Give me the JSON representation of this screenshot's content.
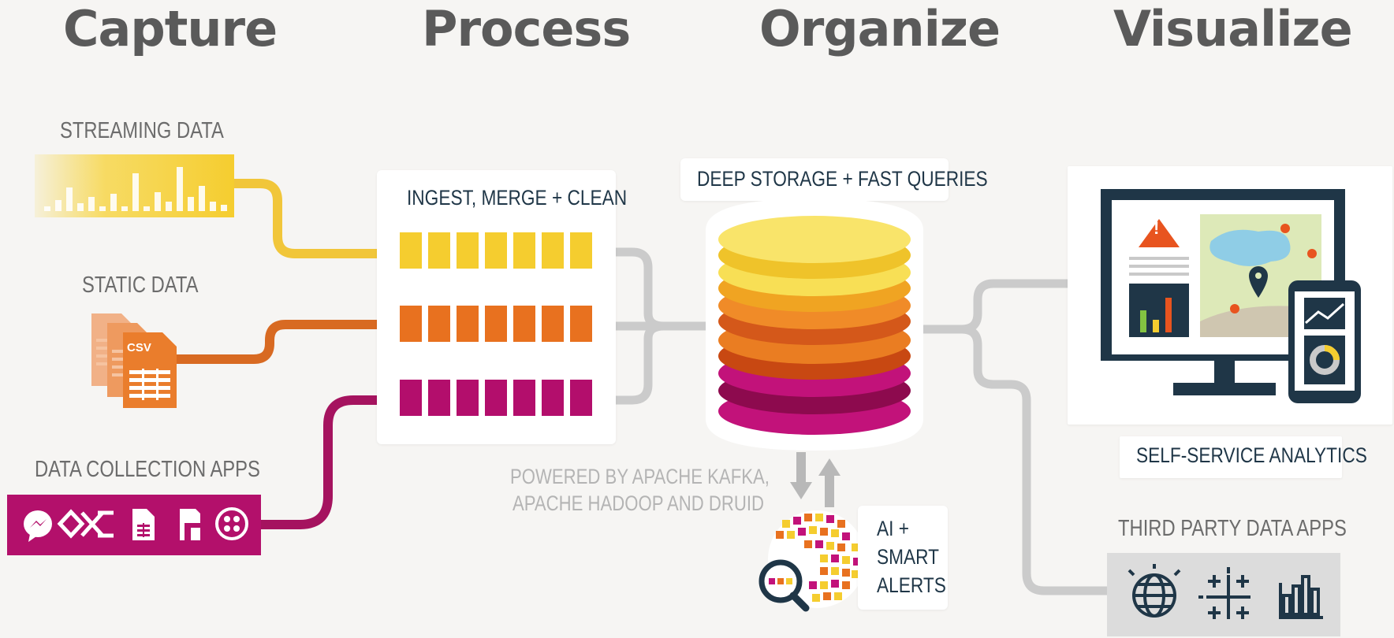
{
  "stages": {
    "capture": "Capture",
    "process": "Process",
    "organize": "Organize",
    "visualize": "Visualize"
  },
  "sources": {
    "streaming": "STREAMING DATA",
    "static": "STATIC DATA",
    "csv_badge": "CSV",
    "apps": "DATA COLLECTION APPS"
  },
  "process": {
    "title": "INGEST, MERGE + CLEAN",
    "powered_line1": "POWERED BY APACHE KAFKA,",
    "powered_line2": "APACHE HADOOP AND DRUID"
  },
  "organize": {
    "title": "DEEP STORAGE + FAST QUERIES",
    "ai_line1": "AI +",
    "ai_line2": "SMART",
    "ai_line3": "ALERTS"
  },
  "visualize": {
    "alert_glyph": "!",
    "self_service": "SELF-SERVICE ANALYTICS",
    "third_party": "THIRD PARTY DATA APPS"
  },
  "colors": {
    "yellow": "#f5cd2f",
    "orange": "#e8711f",
    "magenta": "#b30e6c",
    "navy": "#1f3647",
    "gray_line": "#c9c9c9"
  }
}
